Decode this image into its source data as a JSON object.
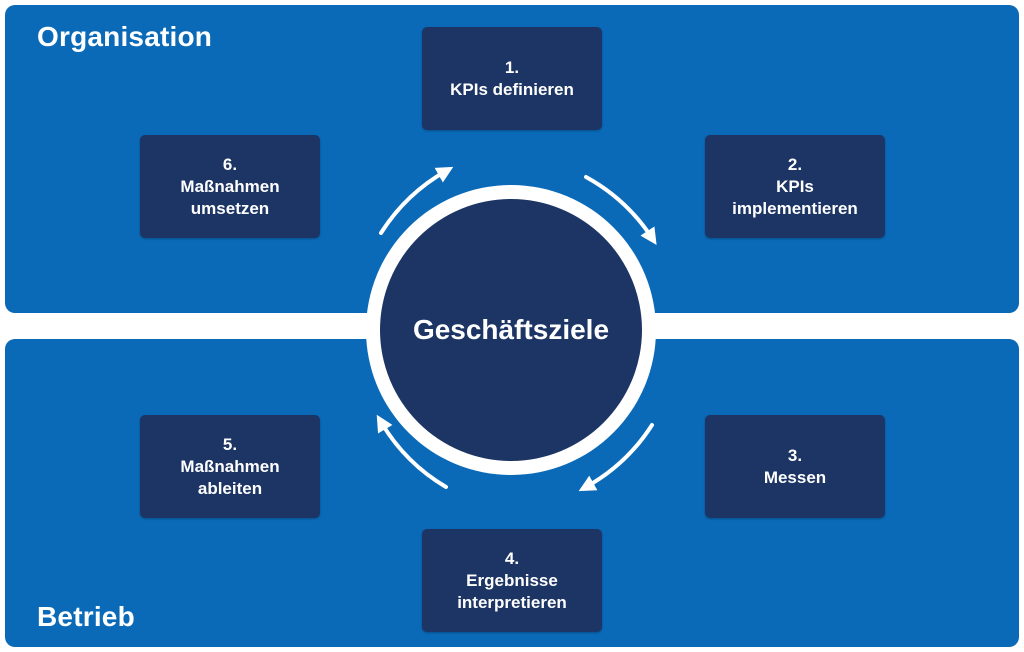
{
  "areas": {
    "top_label": "Organisation",
    "bottom_label": "Betrieb"
  },
  "center": {
    "label": "Geschäftsziele"
  },
  "steps": [
    {
      "number": "1.",
      "line1": "KPIs definieren",
      "line2": ""
    },
    {
      "number": "2.",
      "line1": "KPIs",
      "line2": "implementieren"
    },
    {
      "number": "3.",
      "line1": "Messen",
      "line2": ""
    },
    {
      "number": "4.",
      "line1": "Ergebnisse",
      "line2": "interpretieren"
    },
    {
      "number": "5.",
      "line1": "Maßnahmen",
      "line2": "ableiten"
    },
    {
      "number": "6.",
      "line1": "Maßnahmen",
      "line2": "umsetzen"
    }
  ],
  "colors": {
    "panel": "#0a6ab8",
    "box": "#1c3564",
    "text": "#ffffff",
    "background": "#ffffff"
  }
}
